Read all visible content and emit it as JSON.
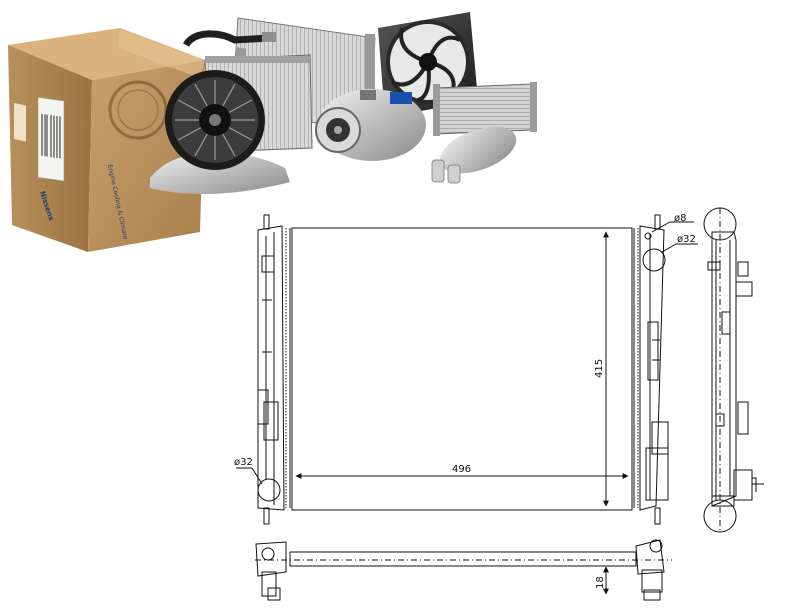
{
  "product_photo": {
    "box_brand": "Nissens",
    "box_side_label": "Engine Cooling & Climate"
  },
  "drawing": {
    "width_label": "496",
    "height_label": "415",
    "depth_label": "18",
    "outlet_diameter_label": "ø32",
    "inlet_diameter_label": "ø32",
    "bleed_diameter_label": "ø8"
  }
}
